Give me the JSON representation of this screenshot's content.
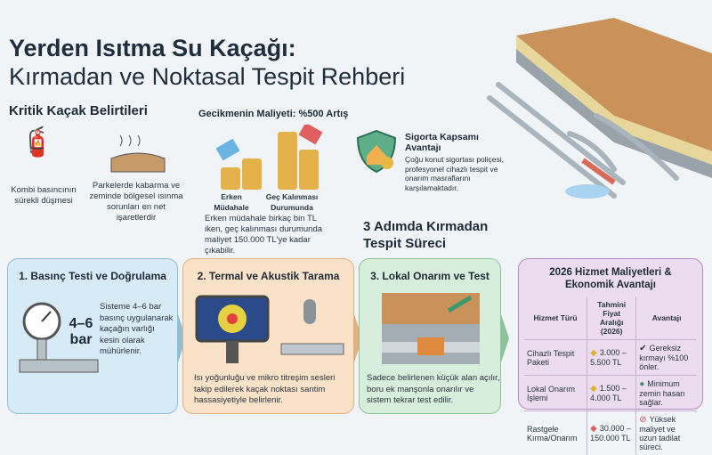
{
  "title": {
    "line1": "Yerden Isıtma Su Kaçağı:",
    "line2": "Kırmadan ve Noktasal Tespit Rehberi"
  },
  "symptoms": {
    "heading": "Kritik Kaçak Belirtileri",
    "items": [
      {
        "icon": "boiler-icon",
        "text": "Kombi basıncının sürekli düşmesi"
      },
      {
        "icon": "warped-floor-icon",
        "text": "Parkelerde kabarma ve zeminde bölgesel ısınma sorunları en net işaretlerdir"
      }
    ]
  },
  "delay_cost": {
    "heading": "Gecikmenin Maliyeti: %500 Artış",
    "early_label": "Erken Müdahale",
    "late_label": "Geç Kalınması Durumunda",
    "description": "Erken müdahale birkaç bin TL iken, geç kalınması durumunda maliyet 150.000 TL'ye kadar çıkabilir."
  },
  "insurance": {
    "heading": "Sigorta Kapsamı Avantajı",
    "text": "Çoğu konut sigortası poliçesi, profesyonel cihazlı tespit ve onarım masraflarını karşılamaktadır."
  },
  "process_heading": "3 Adımda Kırmadan Tespit Süreci",
  "steps": [
    {
      "title": "1. Basınç Testi ve Doğrulama",
      "gauge_label": "4–6 bar",
      "text": "Sisteme 4–6 bar basınç uygulanarak kaçağın varlığı kesin olarak mühürlenir.",
      "color": "#d6ebf5"
    },
    {
      "title": "2. Termal ve Akustik Tarama",
      "text": "Isı yoğunluğu ve mikro titreşim sesleri takip edilerek kaçak noktası santim hassasiyetiyle belirlenir.",
      "color": "#f9e2c8"
    },
    {
      "title": "3. Lokal Onarım ve Test",
      "text": "Sadece belirlenen küçük alan açılır, boru ek manşonla onarılır ve sistem tekrar test edilir.",
      "color": "#d8eedd"
    }
  ],
  "costs": {
    "title": "2026 Hizmet Maliyetleri & Ekonomik Avantajı",
    "headers": [
      "Hizmet Türü",
      "Tahmini Fiyat Aralığı (2026)",
      "Avantajı"
    ],
    "rows": [
      {
        "service": "Cihazlı Tespit Paketi",
        "price": "3.000 – 5.500 TL",
        "advantage": "Gereksiz kırmayı %100 önler.",
        "tag_color": "#f2c94c",
        "adv_icon": "check-icon"
      },
      {
        "service": "Lokal Onarım İşlemi",
        "price": "1.500 – 4.000 TL",
        "advantage": "Minimum zemin hasarı sağlar.",
        "tag_color": "#f2c94c",
        "adv_icon": "leaf-icon"
      },
      {
        "service": "Rastgele Kırma/Onarım",
        "price": "30.000 – 150.000 TL",
        "advantage": "Yüksek maliyet ve uzun tadilat süreci.",
        "tag_color": "#e06060",
        "adv_icon": "prohibited-icon"
      }
    ]
  }
}
